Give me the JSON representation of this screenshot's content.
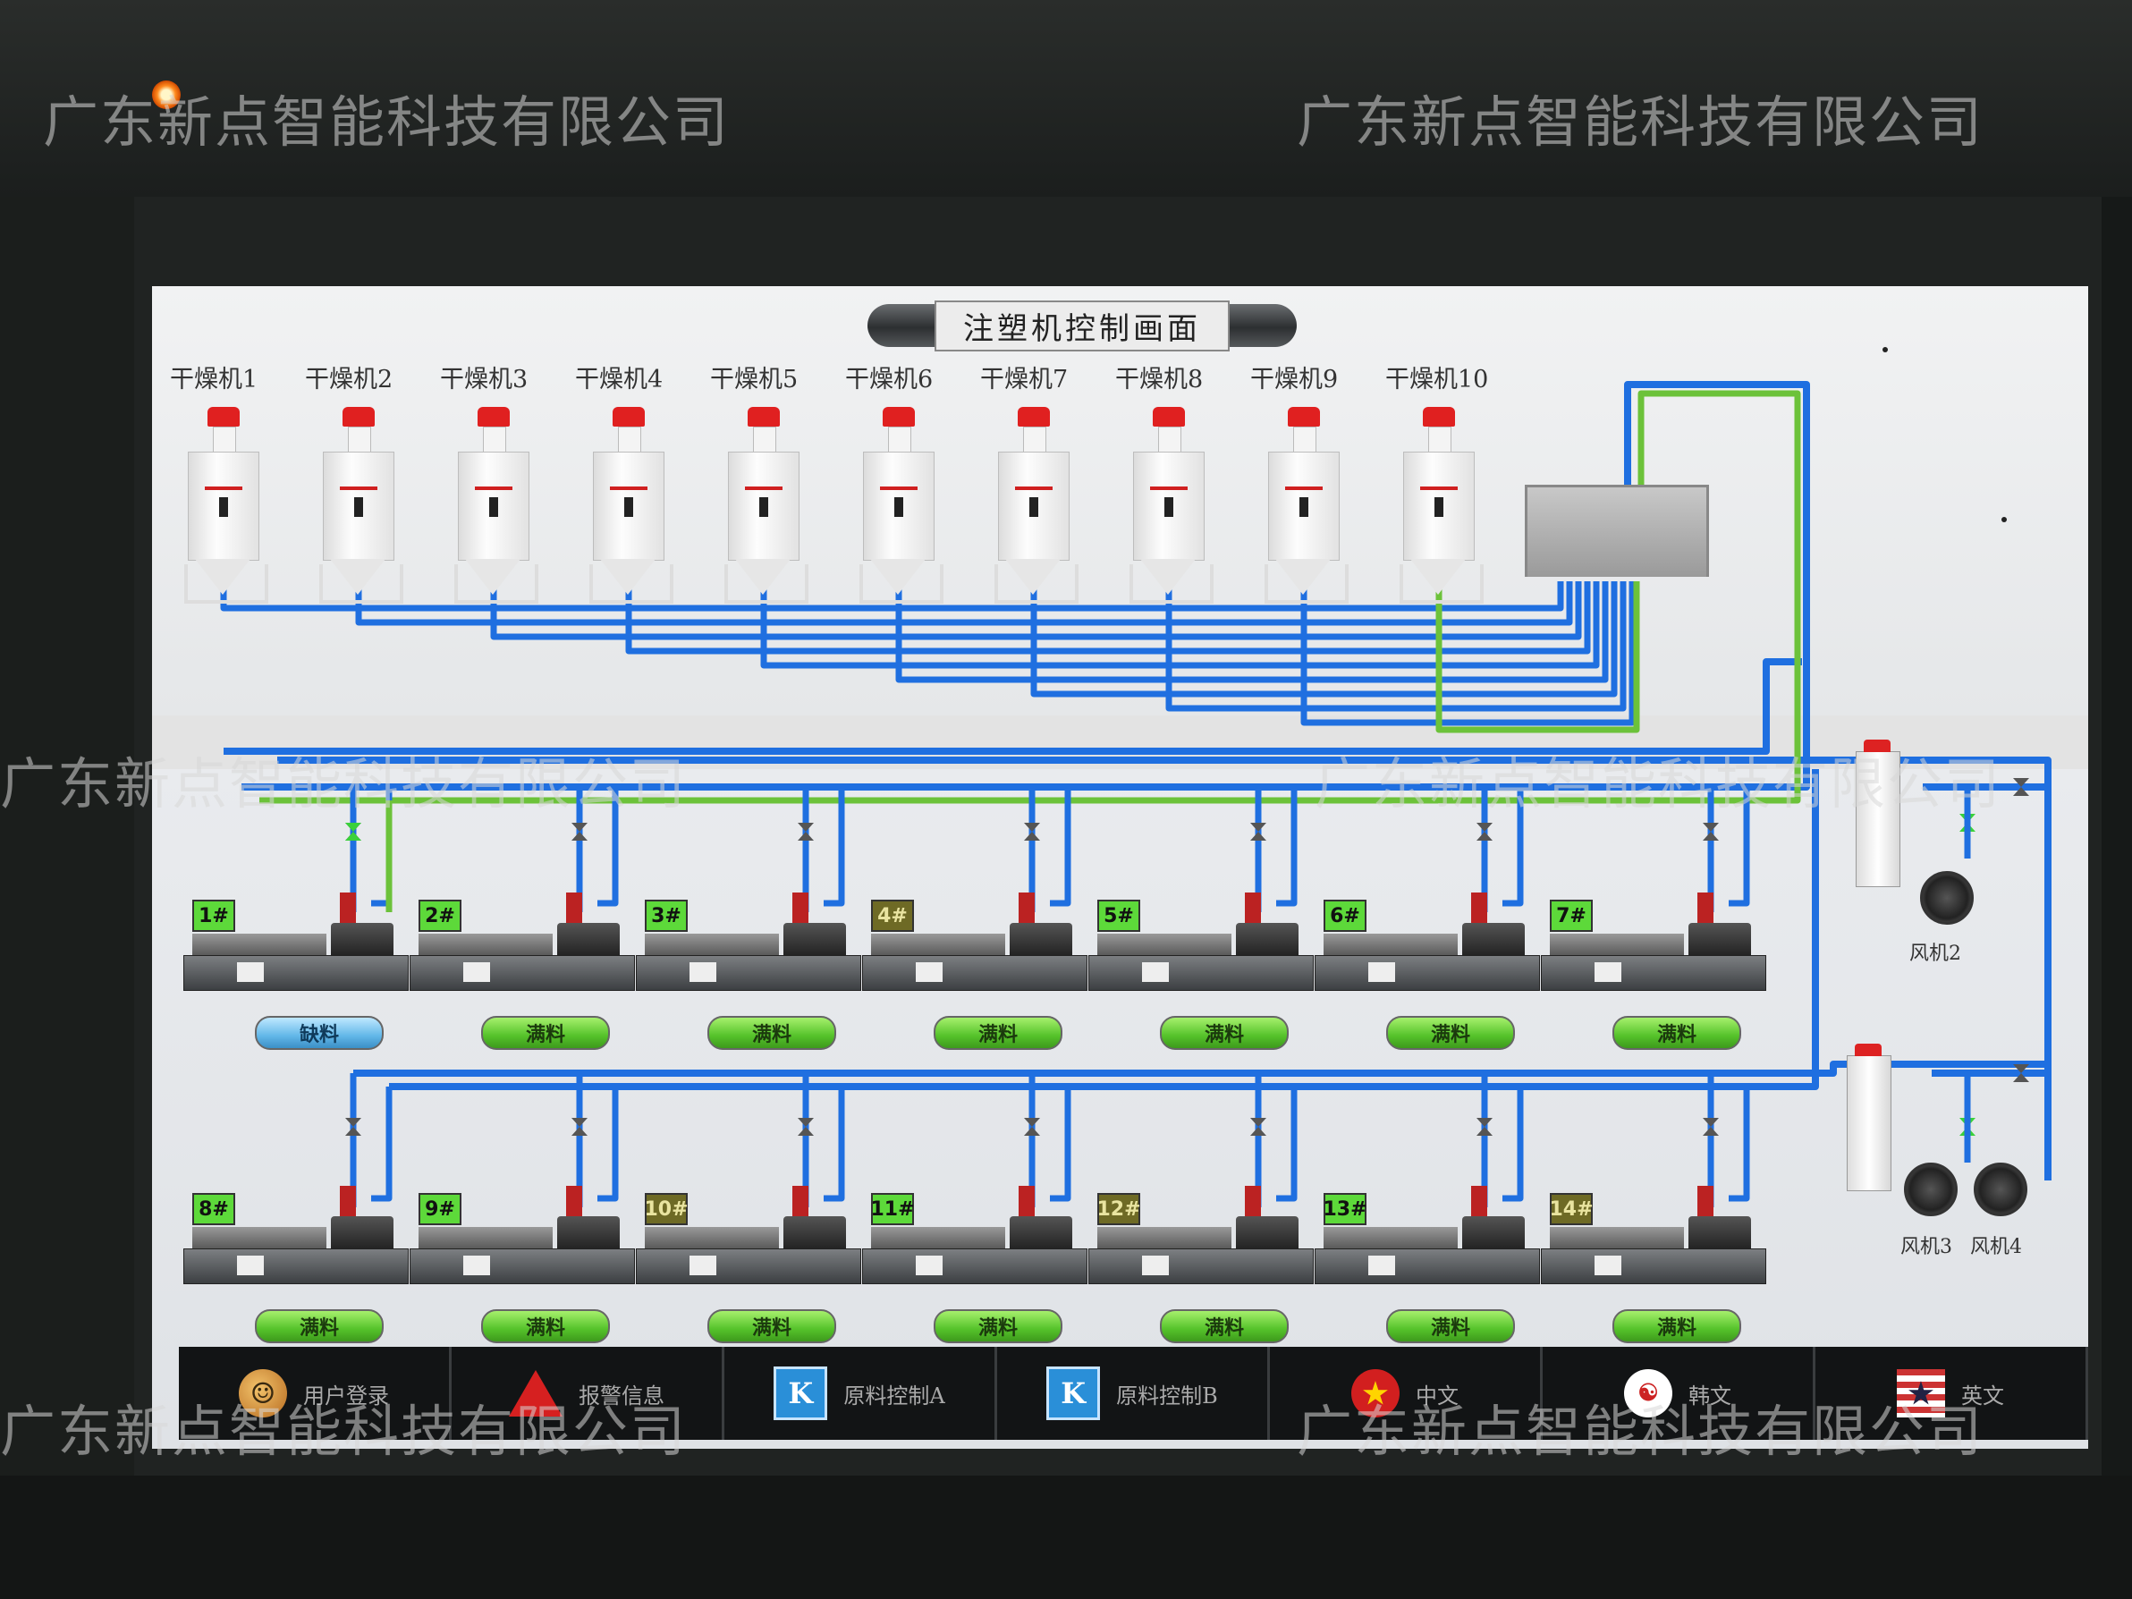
{
  "watermark": "广东新点智能科技有限公司",
  "screen_title": "注塑机控制画面",
  "dryers": [
    "干燥机1",
    "干燥机2",
    "干燥机3",
    "干燥机4",
    "干燥机5",
    "干燥机6",
    "干燥机7",
    "干燥机8",
    "干燥机9",
    "干燥机10"
  ],
  "machines_row1": [
    {
      "tag": "1#",
      "status": "缺料",
      "tag_color": "green",
      "status_state": "low"
    },
    {
      "tag": "2#",
      "status": "满料",
      "tag_color": "green",
      "status_state": "full"
    },
    {
      "tag": "3#",
      "status": "满料",
      "tag_color": "green",
      "status_state": "full"
    },
    {
      "tag": "4#",
      "status": "满料",
      "tag_color": "olive",
      "status_state": "full"
    },
    {
      "tag": "5#",
      "status": "满料",
      "tag_color": "green",
      "status_state": "full"
    },
    {
      "tag": "6#",
      "status": "满料",
      "tag_color": "green",
      "status_state": "full"
    },
    {
      "tag": "7#",
      "status": "满料",
      "tag_color": "green",
      "status_state": "full"
    }
  ],
  "machines_row2": [
    {
      "tag": "8#",
      "status": "满料",
      "tag_color": "green",
      "status_state": "full"
    },
    {
      "tag": "9#",
      "status": "满料",
      "tag_color": "green",
      "status_state": "full"
    },
    {
      "tag": "10#",
      "status": "满料",
      "tag_color": "olive",
      "status_state": "full"
    },
    {
      "tag": "11#",
      "status": "满料",
      "tag_color": "green",
      "status_state": "full"
    },
    {
      "tag": "12#",
      "status": "满料",
      "tag_color": "olive",
      "status_state": "full"
    },
    {
      "tag": "13#",
      "status": "满料",
      "tag_color": "green",
      "status_state": "full"
    },
    {
      "tag": "14#",
      "status": "满料",
      "tag_color": "olive",
      "status_state": "full"
    }
  ],
  "fans": {
    "fan2": "风机2",
    "fan3": "风机3",
    "fan4": "风机4"
  },
  "nav": [
    {
      "icon": "user-icon",
      "label": "用户登录"
    },
    {
      "icon": "alarm-icon",
      "label": "报警信息"
    },
    {
      "icon": "k-icon",
      "label": "原料控制A"
    },
    {
      "icon": "k-icon",
      "label": "原料控制B"
    },
    {
      "icon": "china-flag-icon",
      "label": "中文"
    },
    {
      "icon": "korea-flag-icon",
      "label": "韩文"
    },
    {
      "icon": "usa-flag-icon",
      "label": "英文"
    }
  ],
  "colors": {
    "pipe_blue": "#1f6fe0",
    "pipe_green": "#6cc23a",
    "status_full": "#55c22a",
    "status_low": "#62b7e8",
    "tag_green": "#5dd93a",
    "tag_olive": "#6e6a25"
  }
}
